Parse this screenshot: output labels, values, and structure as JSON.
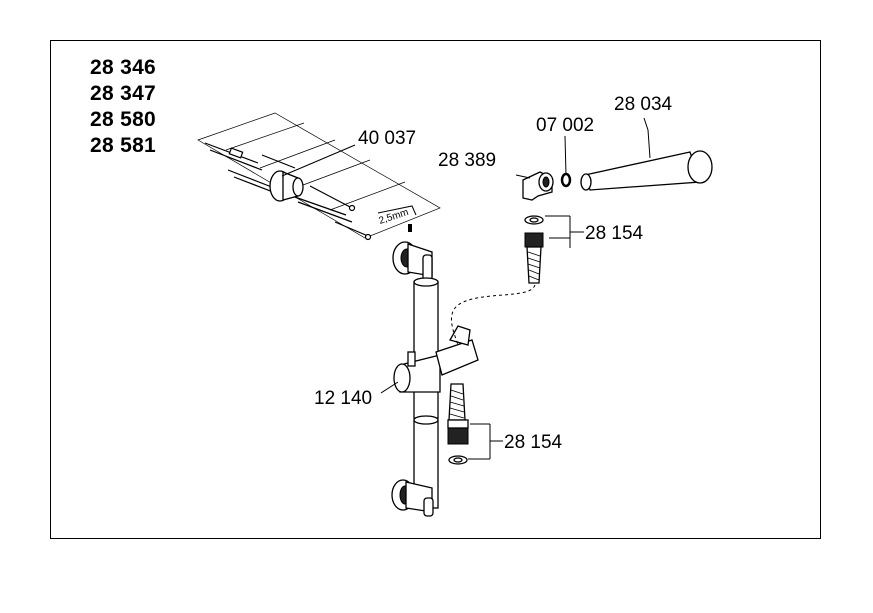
{
  "model_numbers": [
    "28 346",
    "28 347",
    "28 580",
    "28 581"
  ],
  "parts": {
    "wall_anchor_set": "40 037",
    "hex_key": "2,5mm",
    "elbow": "28 389",
    "seal": "07 002",
    "hand_shower": "28 034",
    "hose_upper": "28 154",
    "rail": "12 140",
    "hose_lower": "28 154"
  }
}
